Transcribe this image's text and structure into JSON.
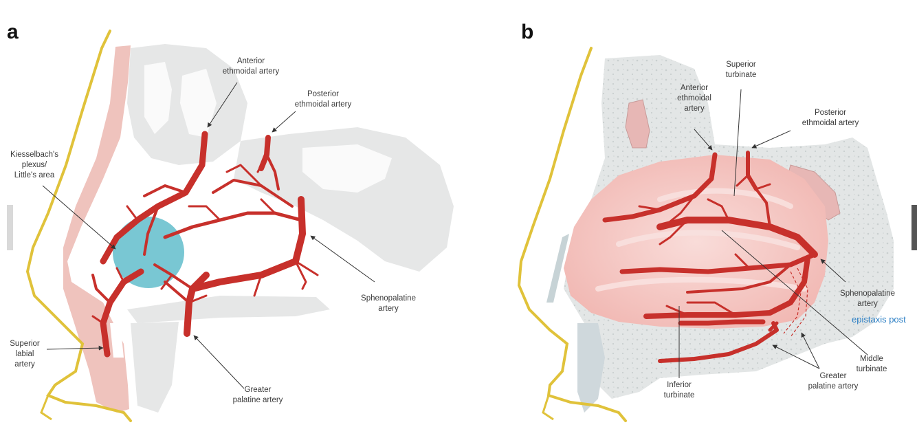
{
  "colors": {
    "background": "#ffffff",
    "skin_outline": "#e0c23a",
    "bone_gray": "#e6e7e7",
    "bone_dotted": "#dfe2e2",
    "cartilage_pink": "#efc3bd",
    "mucosa_pink": "#f6c9c6",
    "artery_red": "#c7302b",
    "kiesselbach_blue": "#79c7d3",
    "label_text": "#3a3a3a",
    "highlight_blue": "#2a7ec4"
  },
  "panel_a": {
    "letter": "a",
    "labels": {
      "anterior_ethmoidal": [
        "Anterior",
        "ethmoidal artery"
      ],
      "posterior_ethmoidal": [
        "Posterior",
        "ethmoidal artery"
      ],
      "kiesselbach": [
        "Kiesselbach's",
        "plexus/",
        "Little's area"
      ],
      "sphenopalatine": [
        "Sphenopalatine",
        "artery"
      ],
      "superior_labial": [
        "Superior",
        "labial",
        "artery"
      ],
      "greater_palatine": [
        "Greater",
        "palatine artery"
      ]
    }
  },
  "panel_b": {
    "letter": "b",
    "labels": {
      "superior_turbinate": [
        "Superior",
        "turbinate"
      ],
      "anterior_ethmoidal": [
        "Anterior",
        "ethmoidal",
        "artery"
      ],
      "posterior_ethmoidal": [
        "Posterior",
        "ethmoidal artery"
      ],
      "sphenopalatine": [
        "Sphenopalatine",
        "artery"
      ],
      "middle_turbinate": [
        "Middle",
        "turbinate"
      ],
      "inferior_turbinate": [
        "Inferior",
        "turbinate"
      ],
      "greater_palatine": [
        "Greater",
        "palatine artery"
      ]
    },
    "annotation": "epistaxis post"
  }
}
